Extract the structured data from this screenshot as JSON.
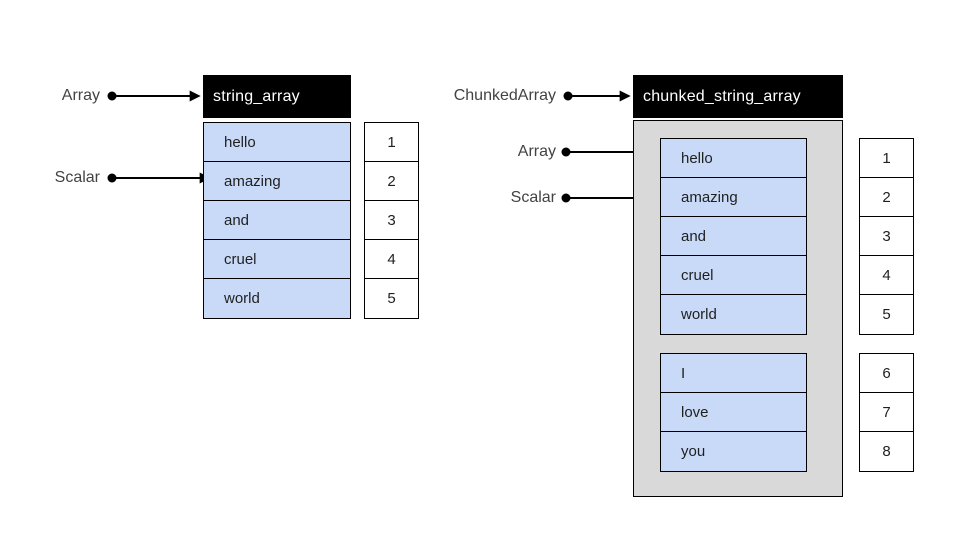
{
  "palette": {
    "header_bg": "#000000",
    "header_text": "#ffffff",
    "cell_fill": "#c9daf8",
    "container_fill": "#d9d9d9",
    "label_text": "#434343"
  },
  "left": {
    "array_label": "Array",
    "scalar_label": "Scalar",
    "header": "string_array",
    "cells": [
      "hello",
      "amazing",
      "and",
      "cruel",
      "world"
    ],
    "indices": [
      "1",
      "2",
      "3",
      "4",
      "5"
    ]
  },
  "right": {
    "chunked_array_label": "ChunkedArray",
    "array_label": "Array",
    "scalar_label": "Scalar",
    "header": "chunked_string_array",
    "chunks": [
      {
        "cells": [
          "hello",
          "amazing",
          "and",
          "cruel",
          "world"
        ],
        "indices": [
          "1",
          "2",
          "3",
          "4",
          "5"
        ]
      },
      {
        "cells": [
          "I",
          "love",
          "you"
        ],
        "indices": [
          "6",
          "7",
          "8"
        ]
      }
    ]
  }
}
